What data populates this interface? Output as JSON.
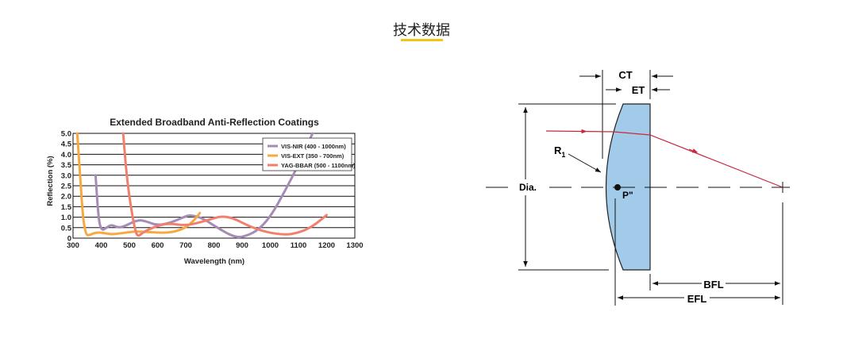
{
  "page": {
    "section_title": "技术数据",
    "accent_color": "#f0c419"
  },
  "chart_data": {
    "type": "line",
    "title": "Extended Broadband Anti-Reflection Coatings",
    "xlabel": "Wavelength (nm)",
    "ylabel": "Reflection (%)",
    "xlim": [
      300,
      1300
    ],
    "ylim": [
      0,
      5.0
    ],
    "xticks": [
      "300",
      "400",
      "500",
      "600",
      "700",
      "800",
      "900",
      "1000",
      "1100",
      "1200",
      "1300"
    ],
    "yticks": [
      "0",
      "0.5",
      "1.0",
      "1.5",
      "2.0",
      "2.5",
      "3.0",
      "3.5",
      "4.0",
      "4.5",
      "5.0"
    ],
    "grid": "horizontal",
    "legend_position": "top-right",
    "series": [
      {
        "name": "VIS-NIR (400 - 1000nm)",
        "color": "#a58bb5",
        "x": [
          380,
          390,
          400,
          420,
          435,
          460,
          480,
          530,
          560,
          600,
          650,
          700,
          720,
          760,
          800,
          850,
          880,
          900,
          950,
          1000,
          1050,
          1100,
          1150
        ],
        "y": [
          3.0,
          1.0,
          0.35,
          0.5,
          0.65,
          0.5,
          0.55,
          0.88,
          0.8,
          0.6,
          0.75,
          1.05,
          1.1,
          0.95,
          0.6,
          0.2,
          0.05,
          0.05,
          0.3,
          1.0,
          2.2,
          3.5,
          5.0
        ]
      },
      {
        "name": "VIS-EXT (350 - 700nm)",
        "color": "#f7a840",
        "x": [
          315,
          325,
          335,
          345,
          355,
          370,
          390,
          420,
          440,
          480,
          520,
          560,
          620,
          660,
          700,
          730,
          750
        ],
        "y": [
          5.0,
          3.0,
          1.0,
          0.2,
          0.12,
          0.22,
          0.28,
          0.22,
          0.18,
          0.25,
          0.32,
          0.3,
          0.25,
          0.3,
          0.5,
          0.85,
          1.2
        ]
      },
      {
        "name": "YAG-BBAR (500 - 1100nm)",
        "color": "#f07f6e",
        "x": [
          478,
          490,
          505,
          520,
          530,
          550,
          600,
          640,
          700,
          750,
          800,
          830,
          870,
          920,
          980,
          1050,
          1100,
          1150,
          1200
        ],
        "y": [
          5.0,
          3.0,
          1.5,
          0.4,
          0.05,
          0.3,
          0.6,
          0.7,
          0.6,
          0.75,
          0.95,
          1.05,
          0.95,
          0.6,
          0.3,
          0.15,
          0.25,
          0.55,
          1.1
        ]
      }
    ]
  },
  "diagram": {
    "labels": {
      "ct": "CT",
      "et": "ET",
      "r1": "R",
      "r1_sub": "1",
      "dia": "Dia.",
      "p": "P\"",
      "bfl": "BFL",
      "efl": "EFL"
    },
    "lens_color": "#a2cbea",
    "ray_color": "#c8283c"
  }
}
